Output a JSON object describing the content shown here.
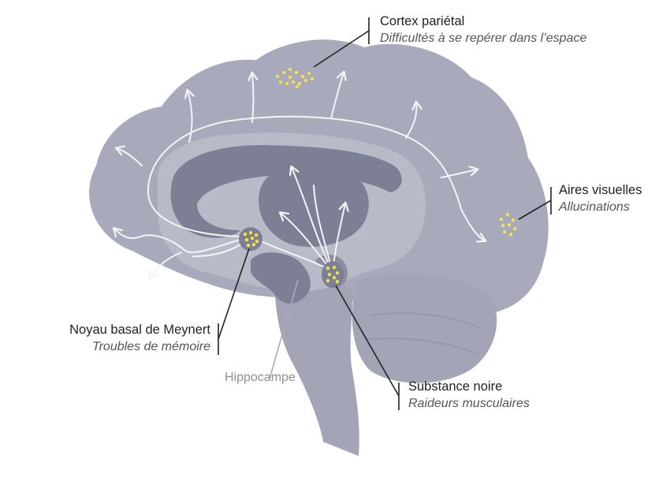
{
  "colors": {
    "brain_fill": "#a8a9ba",
    "inner_fill": "#b9bac8",
    "ventricle_fill": "#7d7f94",
    "pathway": "#f4f4f6",
    "dots": "#f7e14a",
    "leader": "#222222",
    "hippocampe_text": "#8e8e9e"
  },
  "labels": {
    "cortex_parietal": {
      "title": "Cortex pariétal",
      "subtitle": "Difficultés à se repérer dans l’espace"
    },
    "aires_visuelles": {
      "title": "Aires visuelles",
      "subtitle": "Allucinations"
    },
    "noyau_meynert": {
      "title": "Noyau basal de Meynert",
      "subtitle": "Troubles de mémoire"
    },
    "substance_noire": {
      "title": "Substance noire",
      "subtitle": "Raideurs musculaires"
    },
    "hippocampe": "Hippocampe"
  }
}
